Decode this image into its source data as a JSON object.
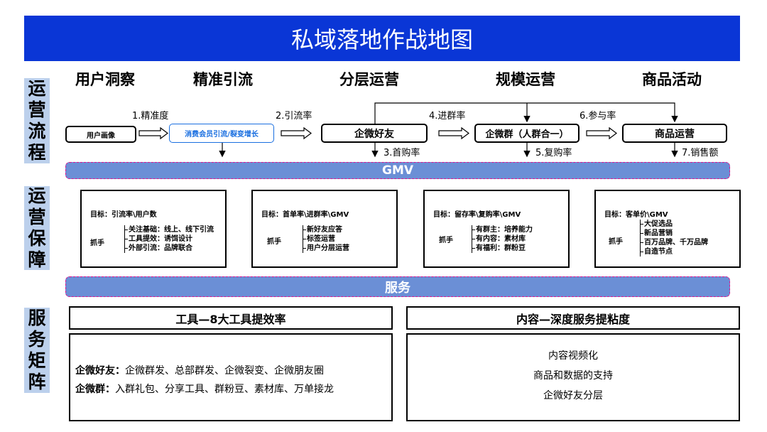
{
  "title": "私域落地作战地图",
  "side_labels": {
    "process": [
      "运",
      "营",
      "流",
      "程"
    ],
    "guarantee": [
      "运",
      "营",
      "保",
      "障"
    ],
    "matrix": [
      "服",
      "务",
      "矩",
      "阵"
    ]
  },
  "stages": [
    "用户洞察",
    "精准引流",
    "分层运营",
    "规模运营",
    "商品活动"
  ],
  "flow": {
    "boxes": [
      "用户画像",
      "消费会员引流/裂变增长",
      "企微好友",
      "企微群（人群合一）",
      "商品运营"
    ],
    "top_metrics": [
      "1.精准度",
      "2.引流率",
      "4.进群率",
      "6.参与率"
    ],
    "bottom_metrics": [
      "3.首购率",
      "5.复购率",
      "7.销售额"
    ],
    "link_color": "#1a6fe0"
  },
  "gmv_band": "GMV",
  "service_band": "服务",
  "guarantee": [
    {
      "goal": "目标：引流率\\用户数",
      "grab": "抓手",
      "items": [
        "关注基础：线上、线下引流",
        "工具提效：诱饵设计",
        "外部引流：品牌联合"
      ]
    },
    {
      "goal": "目标：首单率\\进群率\\GMV",
      "grab": "抓手",
      "items": [
        "新好友应答",
        "标签运营",
        "用户分层运营"
      ]
    },
    {
      "goal": "目标：留存率\\复购率\\GMV",
      "grab": "抓手",
      "items": [
        "有群主：培养能力",
        "有内容：素材库",
        "有福利：群粉豆"
      ]
    },
    {
      "goal": "目标：客单价\\GMV",
      "grab": "抓手",
      "items": [
        "大促选品",
        "新品营销",
        "百万品牌、千万品牌",
        "自造节点"
      ]
    }
  ],
  "matrix": {
    "tools_header": "工具—8大工具提效率",
    "content_header": "内容—深度服务提粘度",
    "tools_lines": [
      {
        "label": "企微好友：",
        "text": "企微群发、总部群发、企微裂变、企微朋友圈"
      },
      {
        "label": "企微群：",
        "text": "入群礼包、分享工具、群粉豆、素材库、万单接龙"
      }
    ],
    "content_lines": [
      "内容视频化",
      "商品和数据的支持",
      "企微好友分层"
    ]
  }
}
